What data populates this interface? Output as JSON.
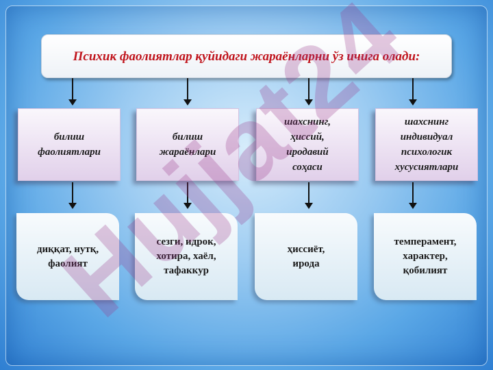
{
  "title": "Психик фаолиятлар  қуйидаги жараёнларни ўз ичига олади:",
  "categories": [
    {
      "label": "билиш\nфаолиятлари"
    },
    {
      "label": "билиш\nжараёнлари"
    },
    {
      "label": "шахснинг,\nҳиссий,\nиродавий\nсоҳаси"
    },
    {
      "label": "шахснинг\nиндивидуал\nпсихологик\nхусусиятлари"
    }
  ],
  "details": [
    {
      "label": "диққат, нутқ,\nфаолият"
    },
    {
      "label": "сезги, идрок,\nхотира, хаёл,\nтафаккур"
    },
    {
      "label": "ҳиссиёт,\nирода"
    },
    {
      "label": "темперамент,\nхарактер,\nқобилият"
    }
  ],
  "watermark": "Hujjat24",
  "colors": {
    "title": "#c0141c",
    "watermark": "#9a3a8c"
  }
}
